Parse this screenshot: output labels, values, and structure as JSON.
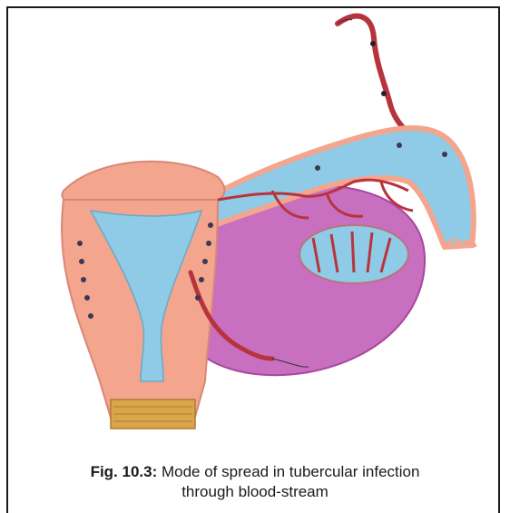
{
  "figure": {
    "label": "Fig. 10.3:",
    "caption_line1": "Mode of spread in tubercular infection",
    "caption_line2": "through blood-stream"
  },
  "colors": {
    "tissue_pink": "#f3a58e",
    "endometrium_blue": "#8fcbe6",
    "vessel_red": "#b8343c",
    "ovary_violet": "#d77fc6",
    "broad_ligament_violet": "#c86fc0",
    "cervix_gold": "#d9a64c",
    "frame": "#1a1a1a"
  }
}
